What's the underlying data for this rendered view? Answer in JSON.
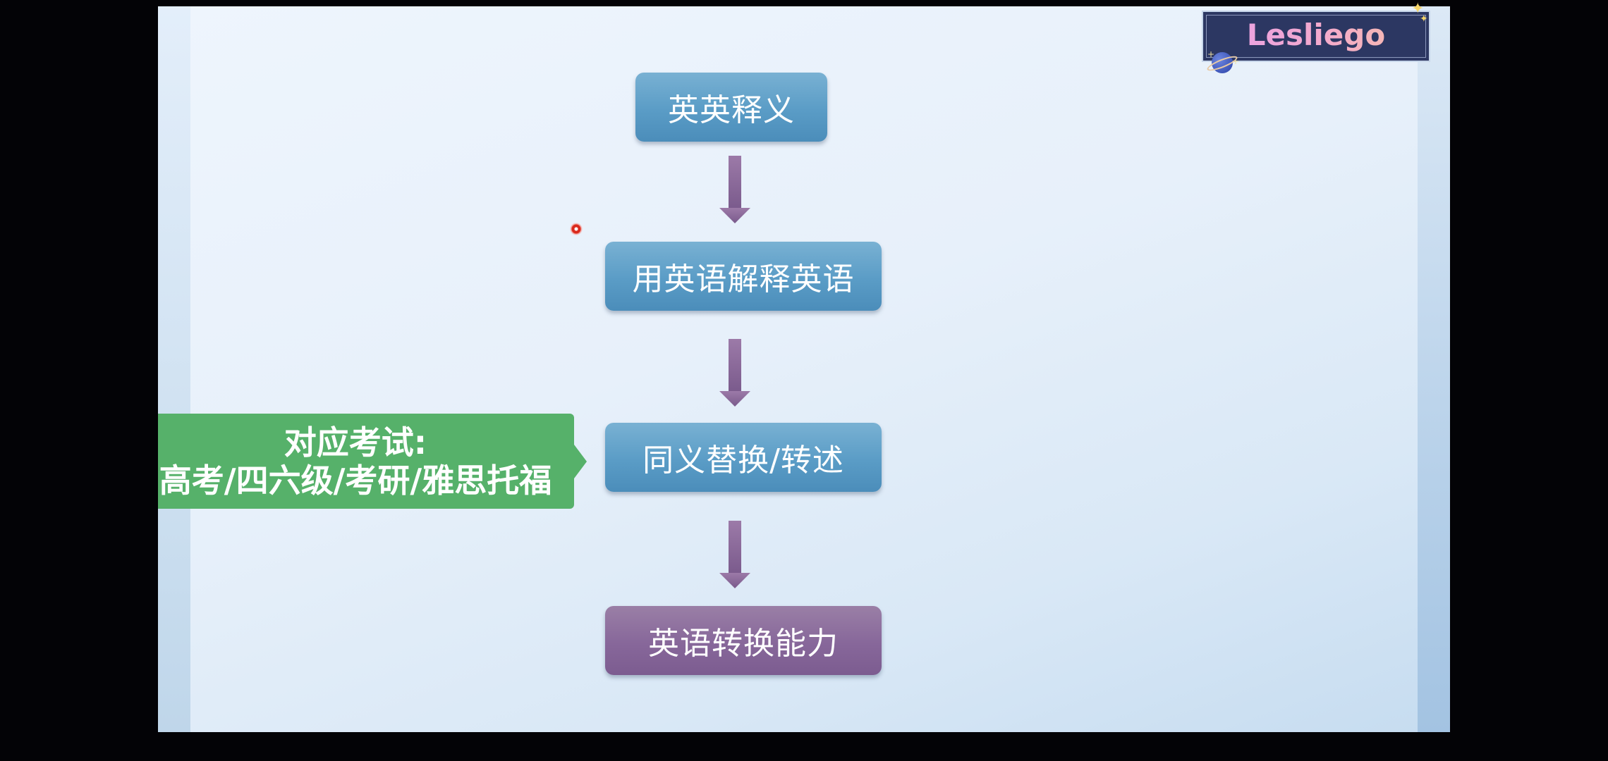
{
  "logo": {
    "text": "Lesliego",
    "bg_color": "#2c3762"
  },
  "flowchart": {
    "steps": [
      {
        "label": "英英释义",
        "color": "#5a9cc6"
      },
      {
        "label": "用英语解释英语",
        "color": "#5a9cc6"
      },
      {
        "label": "同义替换/转述",
        "color": "#5a9cc6"
      },
      {
        "label": "英语转换能力",
        "color": "#87679a"
      }
    ],
    "arrow_color": "#8a6a97"
  },
  "callout": {
    "line1": "对应考试:",
    "line2": "高考/四六级/考研/雅思托福",
    "color": "#56b16a"
  },
  "laser_pointer": {
    "color": "#d92a1d"
  }
}
